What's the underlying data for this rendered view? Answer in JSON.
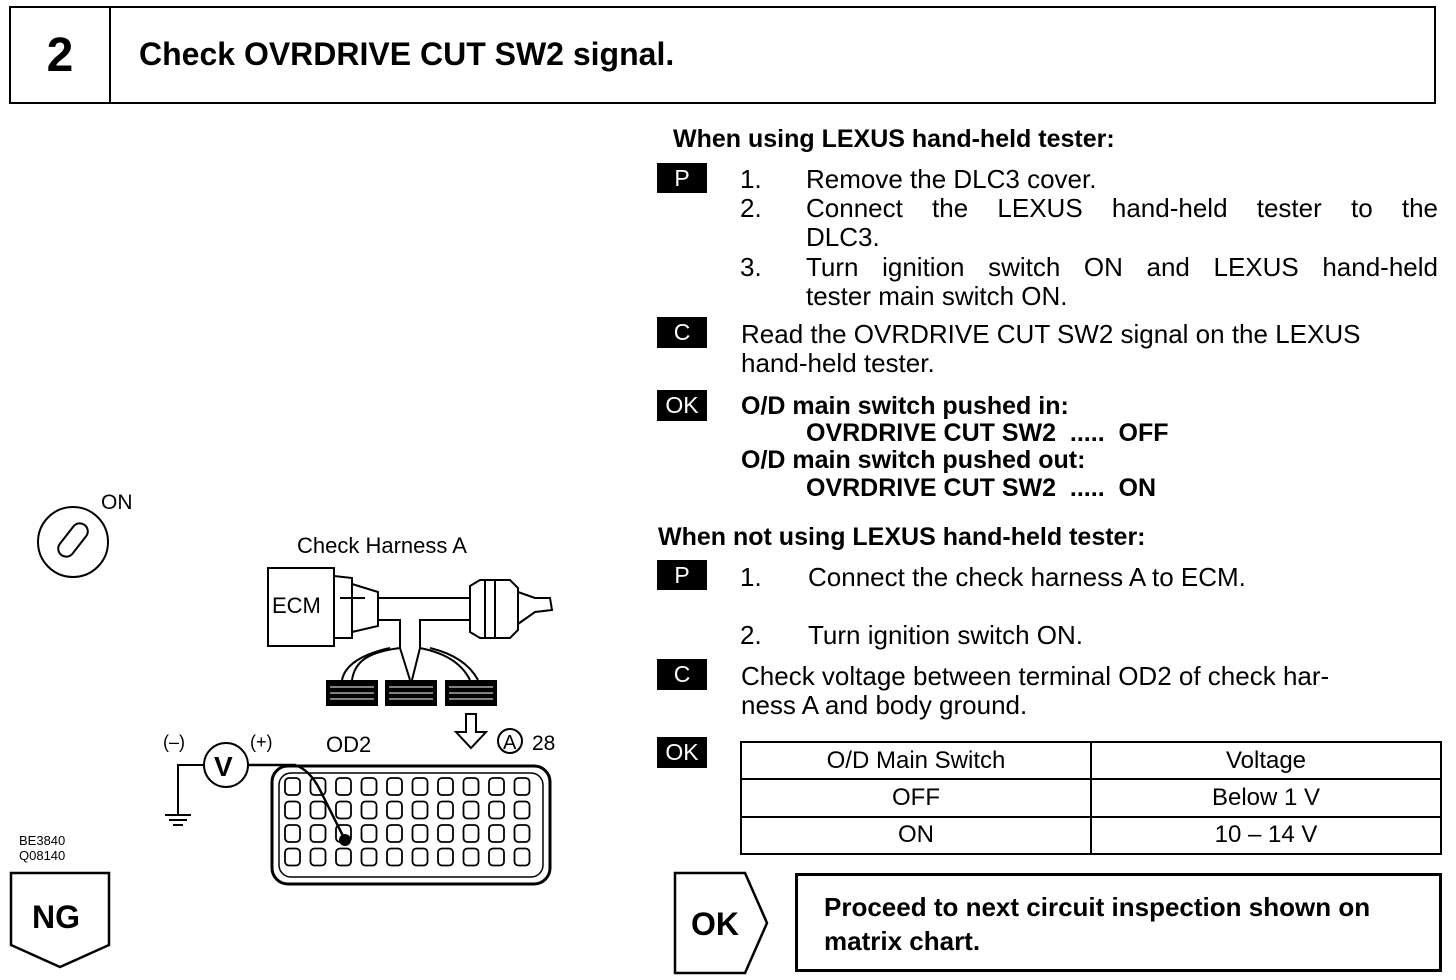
{
  "header": {
    "step_number": "2",
    "title": "Check OVRDRIVE CUT SW2 signal."
  },
  "diagram": {
    "switch_label": "ON",
    "harness_label": "Check Harness A",
    "ecm_label": "ECM",
    "minus_label": "(–)",
    "plus_label": "(+)",
    "voltmeter_label": "V",
    "terminal_label": "OD2",
    "connector_ref": "A",
    "connector_number": "28",
    "figure_codes": [
      "BE3840",
      "Q08140"
    ]
  },
  "with_tester": {
    "heading": "When using LEXUS hand-held tester:",
    "prep_label": "P",
    "steps": [
      {
        "num": "1.",
        "text": "Remove the DLC3 cover."
      },
      {
        "num": "2.",
        "line1": "Connect the LEXUS hand-held tester to the",
        "line2": "DLC3."
      },
      {
        "num": "3.",
        "line1": "Turn ignition switch ON and LEXUS hand-held",
        "line2": "tester main switch ON."
      }
    ],
    "check_label": "C",
    "check_line1": "Read the OVRDRIVE CUT SW2 signal on the LEXUS",
    "check_line2": "hand-held tester.",
    "ok_label": "OK",
    "ok_lines": [
      "O/D main switch pushed in:",
      "OVRDRIVE CUT SW2  .....  OFF",
      "O/D main switch pushed out:",
      "OVRDRIVE CUT SW2  .....  ON"
    ]
  },
  "without_tester": {
    "heading": "When not using LEXUS hand-held tester:",
    "prep_label": "P",
    "steps": [
      {
        "num": "1.",
        "text": "Connect the check harness A to ECM."
      },
      {
        "num": "2.",
        "text": "Turn ignition switch ON."
      }
    ],
    "check_label": "C",
    "check_line1": "Check voltage between terminal OD2 of check har-",
    "check_line2": "ness A and body ground.",
    "ok_label": "OK",
    "table": {
      "headers": [
        "O/D Main Switch",
        "Voltage"
      ],
      "rows": [
        [
          "OFF",
          "Below 1 V"
        ],
        [
          "ON",
          "10 – 14 V"
        ]
      ]
    }
  },
  "result_ng": {
    "label": "NG"
  },
  "result_ok": {
    "label": "OK",
    "line1": "Proceed to next circuit inspection shown on",
    "line2": "matrix chart."
  }
}
